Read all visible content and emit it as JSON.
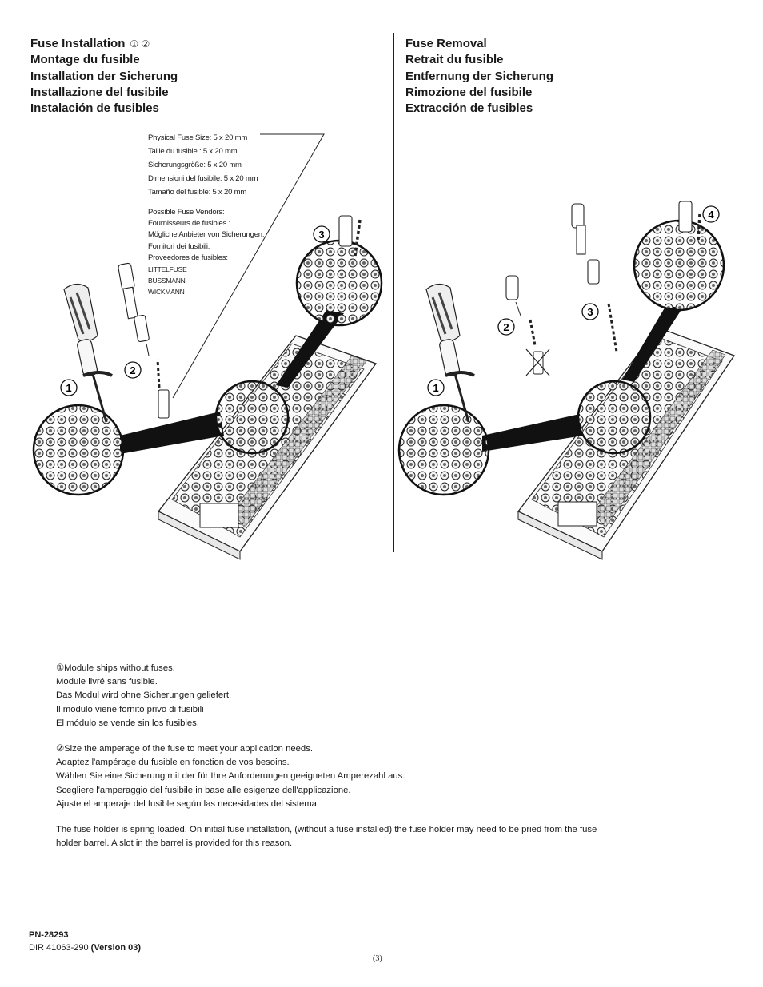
{
  "installation": {
    "title_lines": [
      "Fuse Installation",
      "Montage du fusible",
      "Installation der Sicherung",
      "Installazione del fusibile",
      "Instalación de fusibles"
    ],
    "note_marks": "①   ②"
  },
  "removal": {
    "title_lines": [
      "Fuse Removal",
      "Retrait du fusible",
      "Entfernung der Sicherung",
      "Rimozione del fusibile",
      "Extracción de fusibles"
    ]
  },
  "spec": {
    "size_lines": [
      "Physical Fuse Size: 5 x 20 mm",
      "Taille du fusible : 5 x 20 mm",
      "Sicherungsgröße: 5 x 20 mm",
      "Dimensioni del fusibile: 5 x 20 mm",
      "Tamaño del fusible: 5 x 20 mm"
    ],
    "vendor_lines": [
      "Possible Fuse  Vendors:",
      "Fournisseurs de fusibles :",
      "Mögliche Anbieter von Sicherungen:",
      "Fornitori dei fusibili:",
      "Proveedores de fusibles:"
    ],
    "vendors": [
      "LITTELFUSE",
      "BUSSMANN",
      "WICKMANN"
    ]
  },
  "steps": {
    "install": [
      "1",
      "2",
      "3"
    ],
    "remove": [
      "1",
      "2",
      "3",
      "4"
    ]
  },
  "notes": {
    "note1": [
      "①Module ships without fuses.",
      "Module livré sans fusible.",
      "Das Modul wird ohne Sicherungen geliefert.",
      "Il modulo viene fornito privo di fusibili",
      "El módulo se vende sin los fusibles."
    ],
    "note2": [
      "②Size the amperage of the fuse to meet your application needs.",
      "Adaptez l'ampérage du fusible en fonction de vos besoins.",
      "Wählen Sie eine Sicherung mit der für Ihre Anforderungen geeigneten Amperezahl aus.",
      "Scegliere l'amperaggio del fusibile in base alle esigenze dell'applicazione.",
      "Ajuste el amperaje del fusible según las necesidades del sistema."
    ],
    "spring_1": "The fuse holder is spring loaded.  On initial fuse installation, (without a fuse installed) the fuse holder may need to be pried from the fuse",
    "spring_2": "holder barrel.  A slot in the barrel is provided for this reason."
  },
  "footer": {
    "pn": "PN-28293",
    "dir": "DIR 41063-290 ",
    "version": "(Version 03)",
    "page": "(3)"
  }
}
